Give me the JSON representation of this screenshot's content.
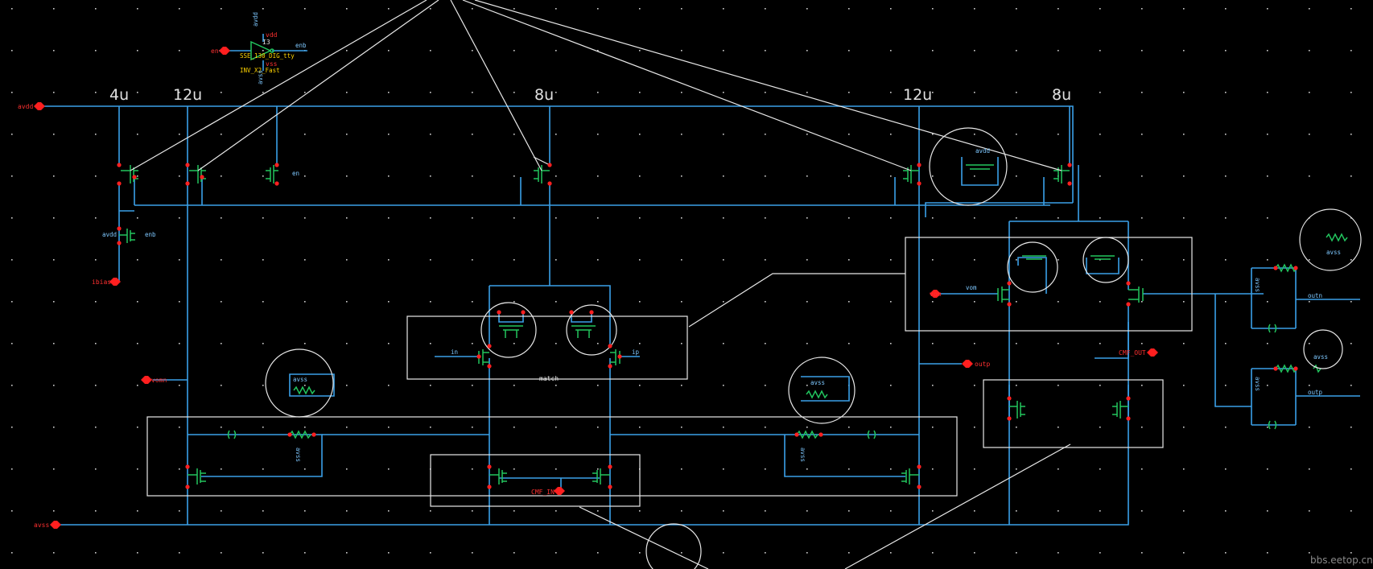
{
  "device_sizes": [
    "4u",
    "12u",
    "8u",
    "12u",
    "8u"
  ],
  "pins": {
    "avdd": "avdd",
    "en": "en",
    "ibias": "ibias",
    "avss": "avss",
    "vomn": "vomn",
    "outp": "outp",
    "vom": "vom",
    "cmf_in": "CMF_IN",
    "cmf_out": "CMF_OUT"
  },
  "nets": {
    "enb": "enb",
    "avdd_local": "avdd",
    "en_gate": "en",
    "in": "in",
    "ip": "ip",
    "vom": "vom",
    "outn": "outn",
    "outp": "outp",
    "avss_r1": "avss",
    "avss_r2": "avss",
    "avss_c1": "avss",
    "avss_c2": "avss",
    "avss_small1": "avss",
    "avss_small2": "avss",
    "avss_vert1": "avss",
    "avss_vert2": "avss",
    "match": "match",
    "avdd_mid": "avdd"
  },
  "inverter": {
    "instance": "I3",
    "cell": "SSE_130_DIG_tty",
    "subcell": "INV_X2_Fast",
    "vdd": "vdd",
    "vss": "vss",
    "avdd": "avdd",
    "avss": "avss",
    "out": "enb",
    "in": "en"
  },
  "watermark": "bbs.eetop.cn"
}
